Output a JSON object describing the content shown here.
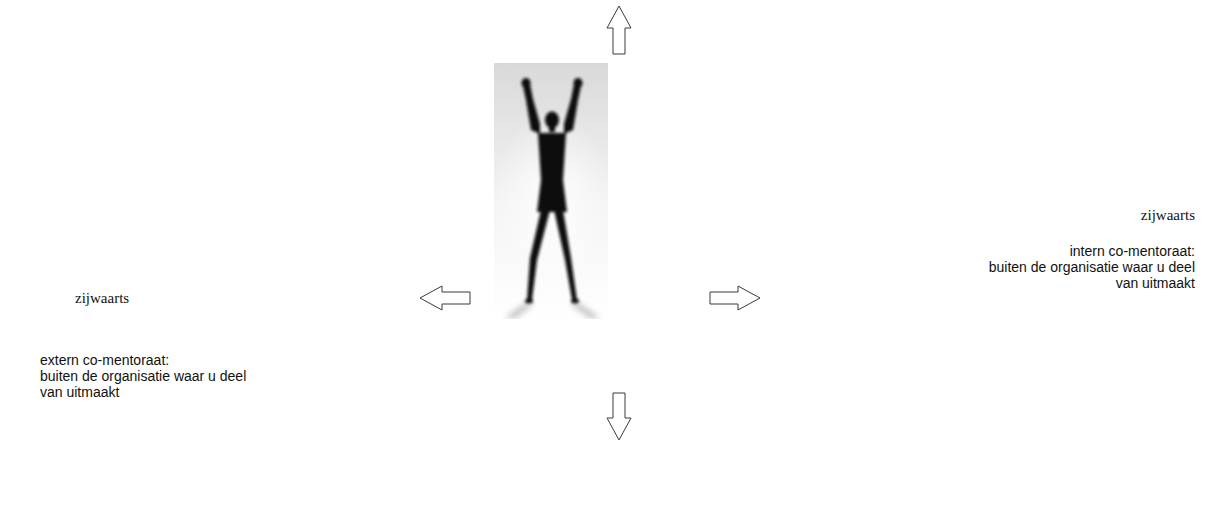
{
  "diagram": {
    "labels": [
      "zijwaarts",
      "extern co-mentoraat:",
      "buiten de organisatie waar u deel van uitmaakt",
      "zijwaarts",
      "intern co-mentoraat:",
      "buiten de organisatie waar u deel van uitmaakt"
    ]
  }
}
